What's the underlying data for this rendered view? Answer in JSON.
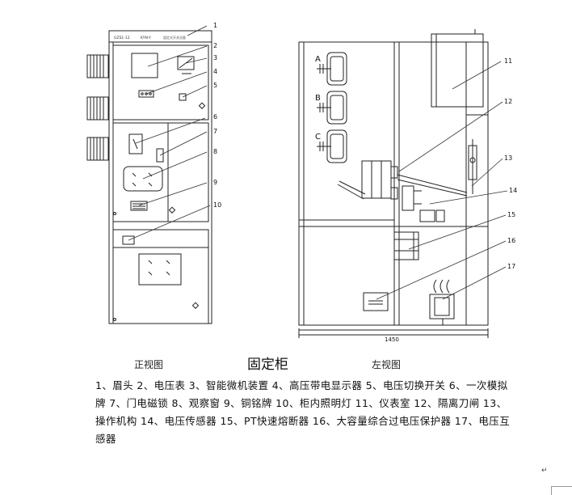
{
  "front_view": {
    "caption": "正视图",
    "plate_labels": [
      "GZS1-12",
      "KYN-Y",
      "固定式开关设备"
    ],
    "callouts": [
      "1",
      "2",
      "3",
      "4",
      "5",
      "6",
      "7",
      "8",
      "9",
      "10"
    ]
  },
  "side_view": {
    "caption": "左视图",
    "phase_labels": [
      "A",
      "B",
      "C"
    ],
    "callouts": [
      "11",
      "12",
      "13",
      "14",
      "15",
      "16",
      "17"
    ],
    "dimension": "1450"
  },
  "title": "固定柜",
  "legend": "1、眉头 2、电压表 3、智能微机装置 4、高压带电显示器 5、电压切换开关 6、一次模拟牌 7、门电磁锁 8、观察窗 9、铜铭牌 10、柜内照明灯 11、仪表室 12、隔离刀闸 13、操作机构 14、电压传感器 15、PT快速熔断器 16、大容量综合过电压保护器 17、电压互感器",
  "marks": {
    "return_symbol": "↵"
  }
}
